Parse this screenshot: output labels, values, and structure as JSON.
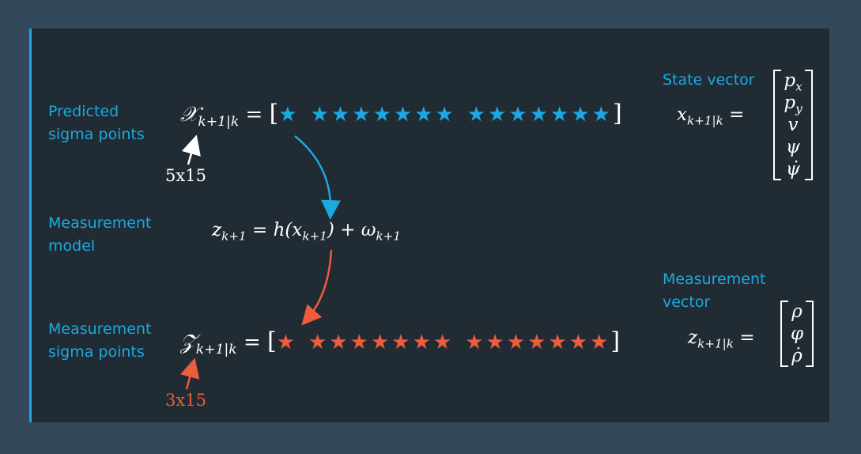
{
  "labels": {
    "predicted": [
      "Predicted",
      "sigma points"
    ],
    "measurement_model": [
      "Measurement",
      "model"
    ],
    "measurement_sigma": [
      "Measurement",
      "sigma points"
    ],
    "state_vector": "State vector",
    "measurement_vector": [
      "Measurement",
      "vector"
    ]
  },
  "predicted_row": {
    "symbol": "𝒳",
    "subscript": "k+1|k",
    "equals": "=",
    "left_bracket": "[",
    "right_bracket": "]",
    "star_groups": [
      "★",
      "★★★★★★★",
      "★★★★★★★"
    ],
    "size": "5x15",
    "color": "#1ba9e1"
  },
  "measurement_row": {
    "symbol": "𝒵",
    "subscript": "k+1|k",
    "equals": "=",
    "left_bracket": "[",
    "right_bracket": "]",
    "star_groups": [
      "★",
      "★★★★★★★",
      "★★★★★★★"
    ],
    "size": "3x15",
    "color": "#ed5d3b"
  },
  "model_equation": {
    "lhs": "z",
    "lhs_sub": "k+1",
    "eq": " = h(x",
    "arg_sub": "k+1",
    "mid": ") + ω",
    "noise_sub": "k+1"
  },
  "state_vector_eq": {
    "lhs": "x",
    "lhs_sub": "k+1|k",
    "eq": "=",
    "entries": [
      {
        "main": "p",
        "sub": "x"
      },
      {
        "main": "p",
        "sub": "y"
      },
      {
        "main": "v",
        "sub": ""
      },
      {
        "main": "ψ",
        "sub": ""
      },
      {
        "main": "ψ̇",
        "sub": ""
      }
    ]
  },
  "measurement_vector_eq": {
    "lhs": "z",
    "lhs_sub": "k+1|k",
    "eq": "=",
    "entries": [
      {
        "main": "ρ",
        "sub": ""
      },
      {
        "main": "φ",
        "sub": ""
      },
      {
        "main": "ρ̇",
        "sub": ""
      }
    ]
  },
  "colors": {
    "background": "#33485a",
    "panel": "#202b34",
    "accent": "#1ba9e1",
    "orange": "#ed5d3b",
    "text": "#ffffff"
  }
}
